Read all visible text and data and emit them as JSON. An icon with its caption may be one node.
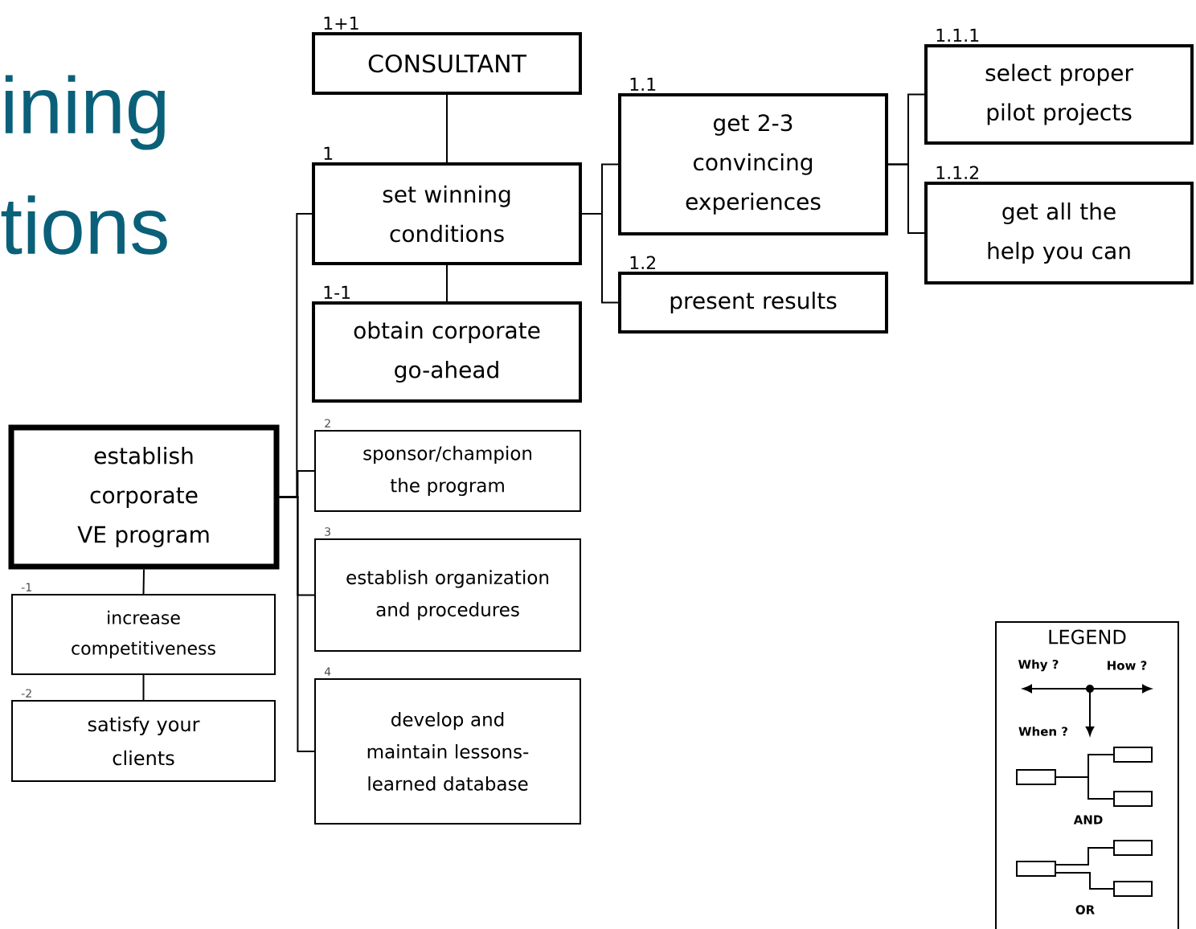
{
  "diagram": {
    "nodes": [
      {
        "text": [
          "1+1",
          "CONSULTANT"
        ]
      },
      {
        "text": [
          "1",
          "set winning conditions"
        ]
      },
      {
        "text": [
          "1-1",
          "obtain corporate go-ahead"
        ]
      },
      {
        "text": [
          "1.1",
          "get 2-3 convincing experiences"
        ]
      },
      {
        "text": [
          "1.2",
          "present results"
        ]
      },
      {
        "text": [
          "1.1.1",
          "select proper pilot projects"
        ]
      },
      {
        "text": [
          "1.1.2",
          "get all the help you can"
        ]
      },
      {
        "text": [
          "establish corporate VE program"
        ]
      },
      {
        "text": [
          "2",
          "sponsor/champion the program"
        ]
      },
      {
        "text": [
          "3",
          "establish organization and procedures"
        ]
      },
      {
        "text": [
          "4",
          "develop and maintain lessons-learned database"
        ]
      },
      {
        "text": [
          "-1",
          "increase competitiveness"
        ]
      },
      {
        "text": [
          "-2",
          "satisfy your clients"
        ]
      },
      {
        "text": [
          "LEGEND"
        ]
      }
    ],
    "edges": [
      {
        "from": 0,
        "to": 1,
        "arrow": "none"
      },
      {
        "from": 1,
        "to": 2,
        "arrow": "none"
      },
      {
        "from": 1,
        "to": 3,
        "arrow": "none"
      },
      {
        "from": 1,
        "to": 4,
        "arrow": "none"
      },
      {
        "from": 3,
        "to": 5,
        "arrow": "none"
      },
      {
        "from": 3,
        "to": 6,
        "arrow": "none"
      },
      {
        "from": 7,
        "to": 1,
        "arrow": "none"
      },
      {
        "from": 7,
        "to": 8,
        "arrow": "none"
      },
      {
        "from": 7,
        "to": 9,
        "arrow": "none"
      },
      {
        "from": 7,
        "to": 10,
        "arrow": "none"
      },
      {
        "from": 7,
        "to": 11,
        "arrow": "none"
      },
      {
        "from": 11,
        "to": 12,
        "arrow": "none"
      }
    ],
    "labels": [
      "ining",
      "tions",
      "Why ?",
      "How ?",
      "When ?",
      "AND",
      "OR"
    ]
  }
}
